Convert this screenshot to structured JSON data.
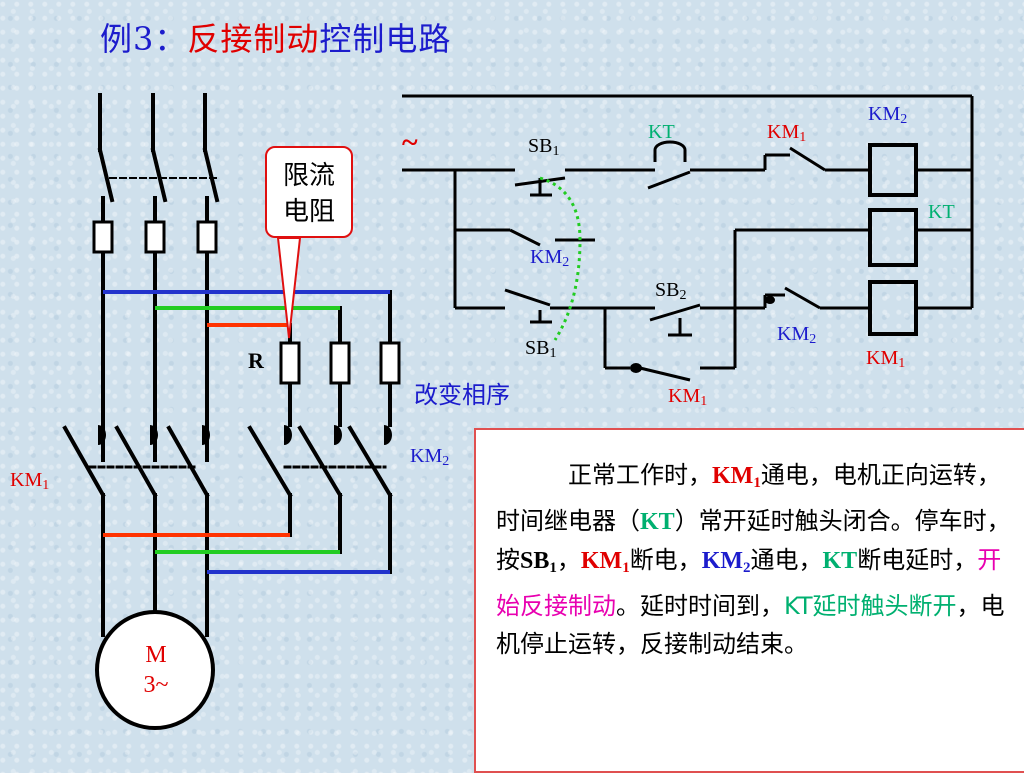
{
  "title": {
    "prefix": "例3：",
    "highlight": "反接制动",
    "suffix": "控制电路"
  },
  "callout": {
    "line1": "限流",
    "line2": "电阻"
  },
  "labels": {
    "r": "R",
    "km1_left": "KM",
    "km2_main": "KM",
    "tilde": "~",
    "sb1_top": "SB",
    "kt_top": "KT",
    "km1_top": "KM",
    "km2_coil": "KM",
    "kt_coil": "KT",
    "km2_mid": "KM",
    "sb2": "SB",
    "sb1_bot": "SB",
    "km2_bot": "KM",
    "km1_coil": "KM",
    "km1_bot": "KM",
    "phase_change": "改变相序",
    "sub1": "1",
    "sub2": "2"
  },
  "motor": {
    "line1": "M",
    "line2": "3~"
  },
  "description": {
    "p1": "正常工作时，",
    "km1": "KM",
    "p2": "通电，电机正向运转，时间继电器（",
    "kt": "KT",
    "p3": "）常开延时触头闭合。停车时，按",
    "sb1": "SB",
    "p4": "，",
    "km1b": "KM",
    "p5": "断电，",
    "km2": "KM",
    "p6": "通电，",
    "kt2": "KT",
    "p7": "断电延时，",
    "highlight1": "开始反接制动",
    "p8": "。延时时间到，",
    "highlight2": "KT延时触头断开",
    "p9": "，电机停止运转，反接制动结束。"
  },
  "colors": {
    "blue": "#1c1ccc",
    "red": "#e00000",
    "green": "#00b070",
    "pink": "#e800b0",
    "wire_blue": "#2233cc",
    "wire_red": "#ff3300",
    "wire_green": "#22cc22"
  }
}
